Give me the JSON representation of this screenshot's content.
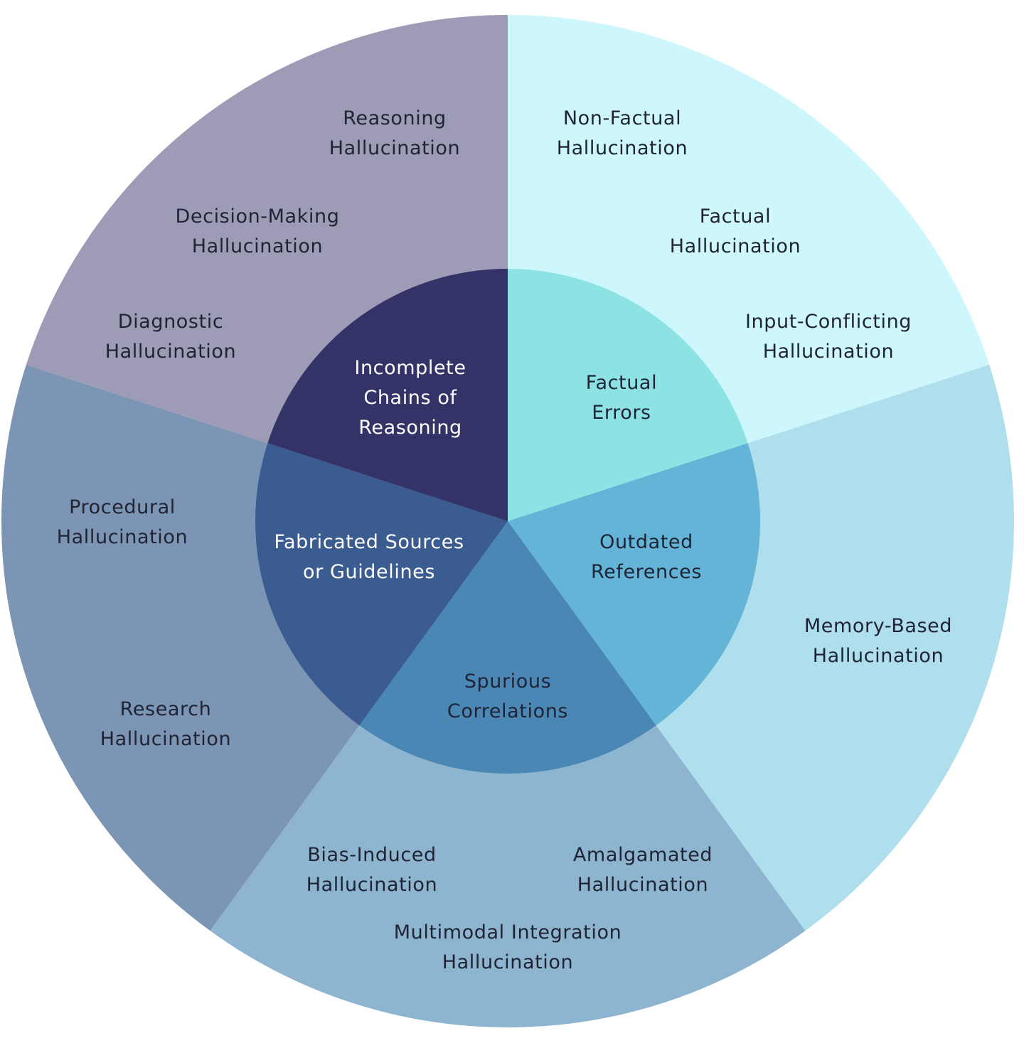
{
  "inner_segments": [
    {
      "id": "factual-errors",
      "lines": [
        "Factual",
        "Errors"
      ],
      "color": "#8de3e3",
      "text_color": "dark"
    },
    {
      "id": "outdated-references",
      "lines": [
        "Outdated",
        "References"
      ],
      "color": "#63b4d6",
      "text_color": "dark"
    },
    {
      "id": "spurious-correlations",
      "lines": [
        "Spurious",
        "Correlations"
      ],
      "color": "#4a87b4",
      "text_color": "dark"
    },
    {
      "id": "fabricated-sources",
      "lines": [
        "Fabricated Sources",
        "or Guidelines"
      ],
      "color": "#3b5c91",
      "text_color": "light"
    },
    {
      "id": "incomplete-chains",
      "lines": [
        "Incomplete",
        "Chains of",
        "Reasoning"
      ],
      "color": "#333367",
      "text_color": "light"
    }
  ],
  "outer_segments": [
    {
      "id": "factual-errors-outer",
      "color": "#cdf7fc",
      "items": [
        {
          "name": "non-factual",
          "lines": [
            "Non-Factual",
            "Hallucination"
          ]
        },
        {
          "name": "factual",
          "lines": [
            "Factual",
            "Hallucination"
          ]
        },
        {
          "name": "input-conflicting",
          "lines": [
            "Input-Conflicting",
            "Hallucination"
          ]
        }
      ]
    },
    {
      "id": "outdated-references-outer",
      "color": "#afdfed",
      "items": [
        {
          "name": "memory-based",
          "lines": [
            "Memory-Based",
            "Hallucination"
          ]
        }
      ]
    },
    {
      "id": "spurious-correlations-outer",
      "color": "#8db5cf",
      "items": [
        {
          "name": "amalgamated",
          "lines": [
            "Amalgamated",
            "Hallucination"
          ]
        },
        {
          "name": "bias-induced",
          "lines": [
            "Bias-Induced",
            "Hallucination"
          ]
        },
        {
          "name": "multimodal-integration",
          "lines": [
            "Multimodal Integration",
            "Hallucination"
          ]
        }
      ]
    },
    {
      "id": "fabricated-sources-outer",
      "color": "#7c95b4",
      "items": [
        {
          "name": "procedural",
          "lines": [
            "Procedural",
            "Hallucination"
          ]
        },
        {
          "name": "research",
          "lines": [
            "Research",
            "Hallucination"
          ]
        }
      ]
    },
    {
      "id": "incomplete-chains-outer",
      "color": "#9d9bb6",
      "items": [
        {
          "name": "reasoning",
          "lines": [
            "Reasoning",
            "Hallucination"
          ]
        },
        {
          "name": "decision-making",
          "lines": [
            "Decision-Making",
            "Hallucination"
          ]
        },
        {
          "name": "diagnostic",
          "lines": [
            "Diagnostic",
            "Hallucination"
          ]
        }
      ]
    }
  ]
}
